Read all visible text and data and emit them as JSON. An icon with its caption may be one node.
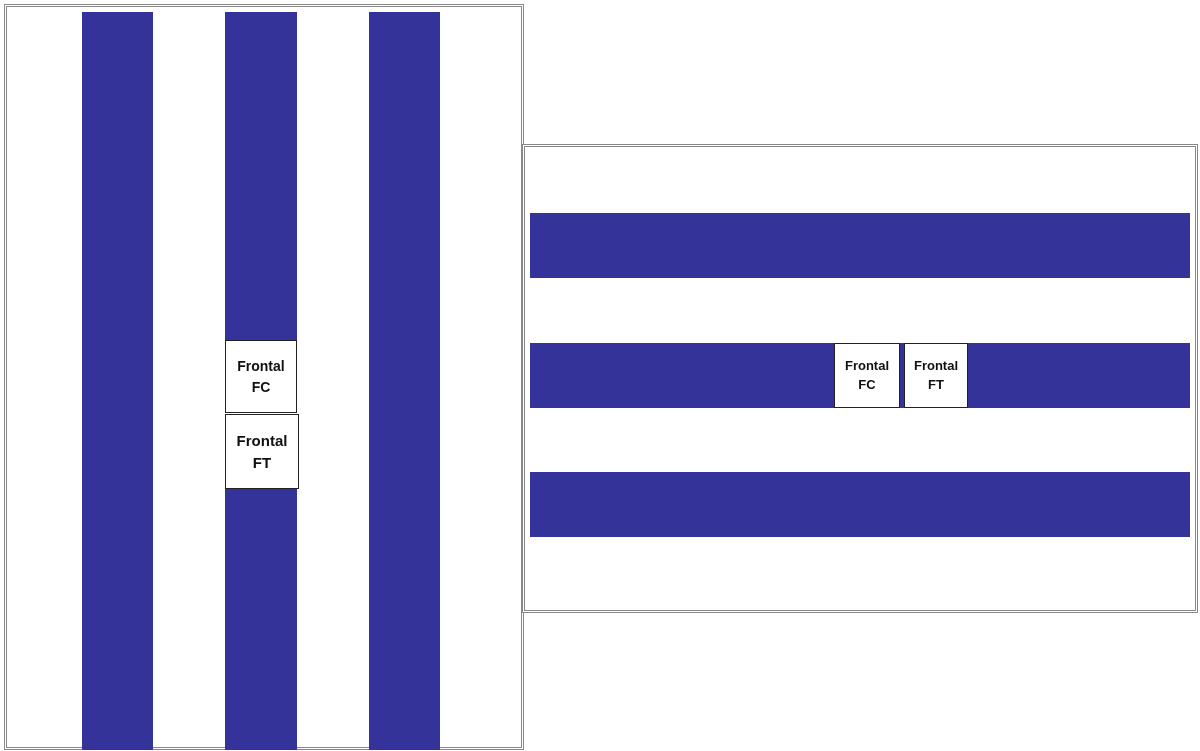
{
  "diagram": {
    "nodes": [
      {
        "text": [
          "Frontal FC"
        ]
      },
      {
        "text": [
          "Frontal FT"
        ]
      },
      {
        "text": [
          "Frontal FC"
        ]
      },
      {
        "text": [
          "Frontal FT"
        ]
      }
    ]
  }
}
